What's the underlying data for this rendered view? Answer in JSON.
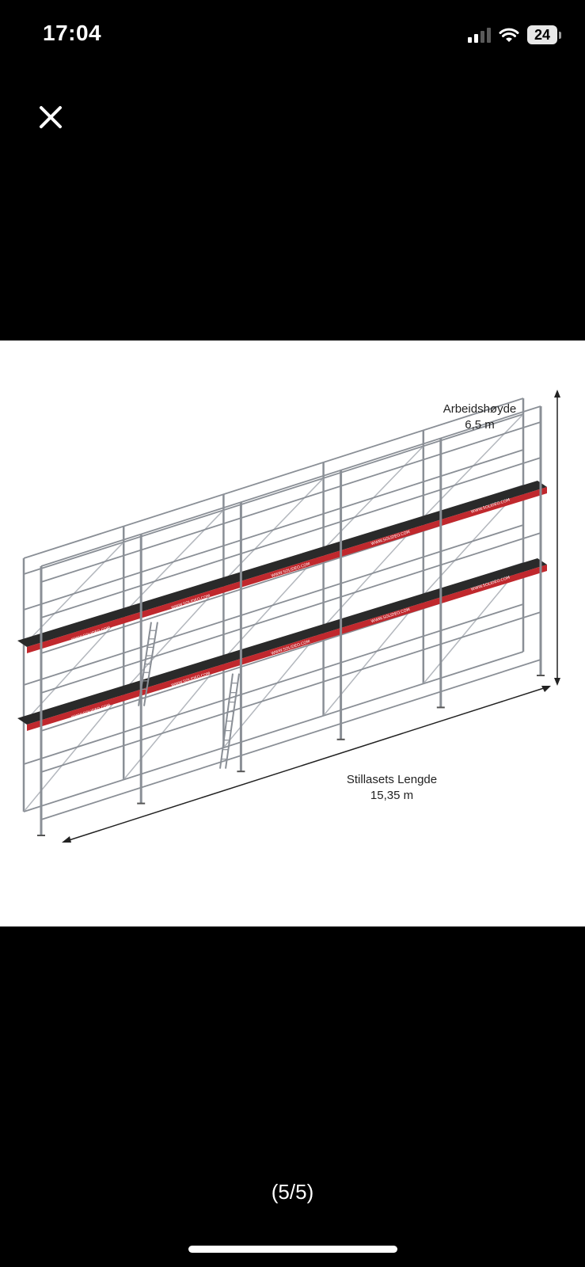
{
  "status_bar": {
    "time": "17:04",
    "battery_level": "24",
    "icons": [
      "cellular-signal-icon",
      "wifi-icon",
      "battery-icon"
    ]
  },
  "viewer": {
    "close_icon": "close-icon",
    "page_indicator": "(5/5)"
  },
  "image": {
    "height_label": "Arbeidshøyde",
    "height_value": "6,5 m",
    "length_label": "Stillasets Lengde",
    "length_value": "15,35 m",
    "deck_logo_text": "WWW.SOLIDEO.COM",
    "colors": {
      "deck_red": "#c0282d",
      "frame_gray": "#8a8f96",
      "board_dark": "#2a2a2a"
    }
  }
}
